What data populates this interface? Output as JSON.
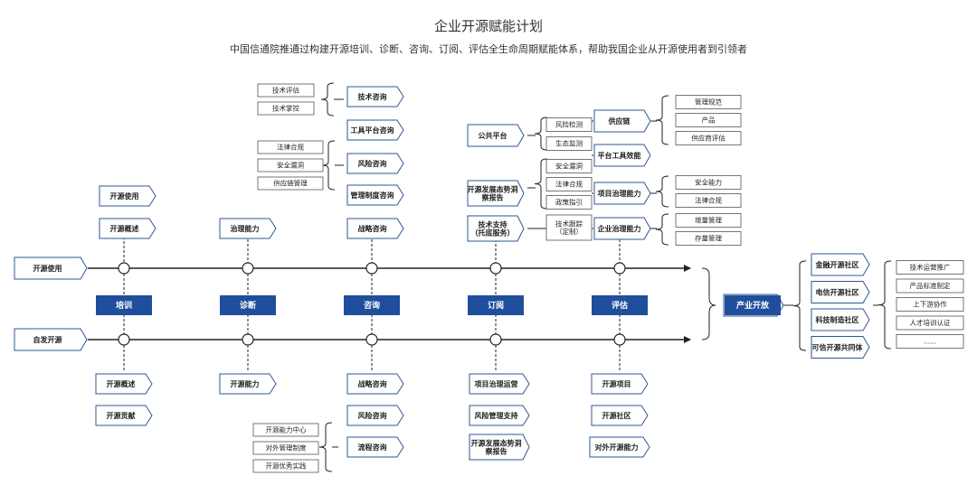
{
  "title": "企业开源赋能计划",
  "subtitle": "中国信通院推通过构建开源培训、诊断、咨询、订阅、评估全生命周期赋能体系，帮助我国企业从开源使用者到引领者",
  "lanes": {
    "top": "开源使用",
    "bottom": "自发开源"
  },
  "stages": [
    {
      "label": "培训",
      "above": [
        "开源使用",
        "开源概述"
      ],
      "below": [
        "开源概述",
        "开源贡献"
      ]
    },
    {
      "label": "诊断",
      "above": [
        "治理能力"
      ],
      "below": [
        "开源能力"
      ]
    },
    {
      "label": "咨询",
      "above": [
        "工具平台咨询",
        "风险咨询",
        "管理制度咨询",
        "战略咨询"
      ],
      "below": [
        "战略咨询",
        "风险咨询",
        "流程咨询"
      ]
    },
    {
      "label": "订阅",
      "above": [
        "公共平台",
        "开源发展态势洞察报告",
        "技术支持（托底服务）"
      ],
      "below": [
        "项目治理运营",
        "风险管理支持",
        "开源发展态势洞察报告"
      ]
    },
    {
      "label": "评估",
      "above": [
        "供应链",
        "平台工具效能",
        "项目治理能力",
        "企业治理能力"
      ],
      "below": [
        "开源项目",
        "开源社区",
        "对外开源能力"
      ]
    }
  ],
  "consulting": {
    "tech": {
      "label": "技术咨询",
      "subs": [
        "技术评估",
        "技术掌控"
      ]
    },
    "risk_subs": [
      "法律合规",
      "安全漏洞",
      "供应链管理"
    ],
    "process_subs": [
      "开源能力中心",
      "对外管理制度",
      "开源优秀实践"
    ]
  },
  "subscription": {
    "public_subs": [
      "风险检测",
      "生态监测"
    ],
    "report_subs": [
      "安全漏洞",
      "法律合规",
      "政策指引"
    ],
    "support_sub": "技术跟踪（定制）"
  },
  "assessment": {
    "supply_subs": [
      "管理规范",
      "产品",
      "供应商评估"
    ],
    "project_subs": [
      "安全能力",
      "法律合规"
    ],
    "enterprise_subs": [
      "增量管理",
      "存量管理"
    ]
  },
  "industry": {
    "label": "产业开放",
    "communities": [
      "金融开源社区",
      "电信开源社区",
      "科技制造社区",
      "可信开源共同体"
    ],
    "services": [
      "技术运营推广",
      "产品标准制定",
      "上下游协作",
      "人才培训认证",
      "......"
    ]
  },
  "colors": {
    "primary": "#1f4e9c",
    "arrow_border": "#2f5597",
    "line": "#222222",
    "box_border": "#555555"
  }
}
